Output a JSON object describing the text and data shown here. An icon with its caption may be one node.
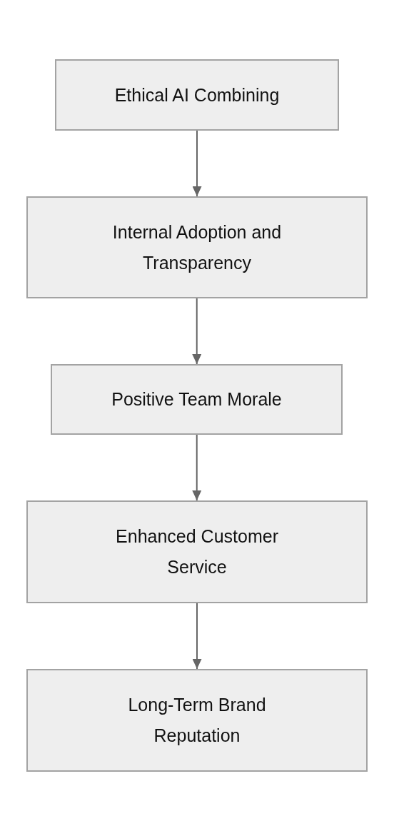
{
  "diagram": {
    "nodes": [
      {
        "text": [
          "Ethical AI Combining"
        ]
      },
      {
        "text": [
          "Internal Adoption and Transparency"
        ]
      },
      {
        "text": [
          "Positive Team Morale"
        ]
      },
      {
        "text": [
          "Enhanced Customer Service"
        ]
      },
      {
        "text": [
          "Long-Term Brand Reputation"
        ]
      }
    ],
    "edges": [
      {
        "from": 0,
        "to": 1,
        "arrow": "to"
      },
      {
        "from": 1,
        "to": 2,
        "arrow": "to"
      },
      {
        "from": 2,
        "to": 3,
        "arrow": "to"
      },
      {
        "from": 3,
        "to": 4,
        "arrow": "to"
      }
    ]
  }
}
